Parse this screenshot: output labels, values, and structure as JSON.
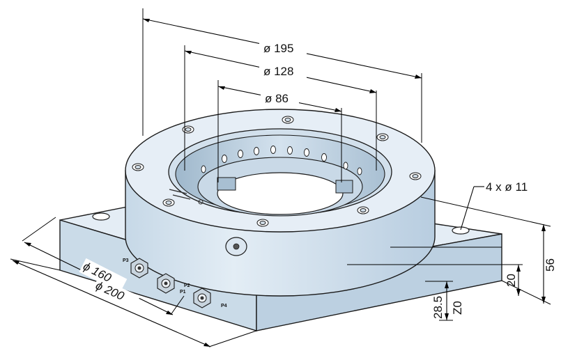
{
  "dimensions": {
    "d195": "ø 195",
    "d128": "ø 128",
    "d86": "ø 86",
    "holes": "4 x ø 11",
    "d160": "ϕ 160",
    "d200": "ϕ 200",
    "h56": "56",
    "h20": "20",
    "h28_5": "28.5",
    "z0": "Z0"
  },
  "ports": [
    "P1",
    "P2",
    "P3",
    "P4"
  ],
  "colors": {
    "body": "#d6e4ef",
    "body_shadow": "#b4c9da",
    "plate_top": "#e2ecf4",
    "plate_front": "#c3d6e5",
    "outline": "#1a1a1a"
  }
}
